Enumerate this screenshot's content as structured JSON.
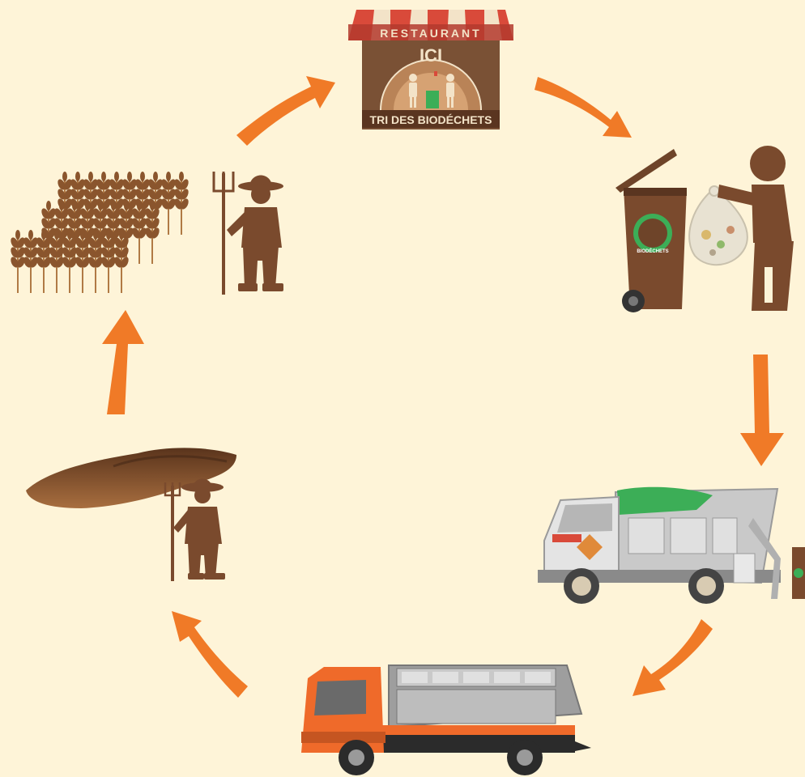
{
  "colors": {
    "background": "#fef4d8",
    "arrow": "#f07a27",
    "figure_brown": "#7a4a2d",
    "bin_green": "#3cae57",
    "truck_orange": "#ef6a2a",
    "truck_grey": "#c9c9c9"
  },
  "restaurant": {
    "sign_top": "RESTAURANT",
    "sign_center": "ICI",
    "banner": "TRI DES BIODÉCHETS"
  },
  "bin": {
    "sticker_label": "BIODÉCHETS"
  },
  "cycle_steps": [
    {
      "icon": "restaurant-icon"
    },
    {
      "icon": "bin-disposal-icon"
    },
    {
      "icon": "collection-truck-icon"
    },
    {
      "icon": "transport-truck-icon"
    },
    {
      "icon": "compost-farmer-icon"
    },
    {
      "icon": "wheat-farmer-icon"
    }
  ]
}
